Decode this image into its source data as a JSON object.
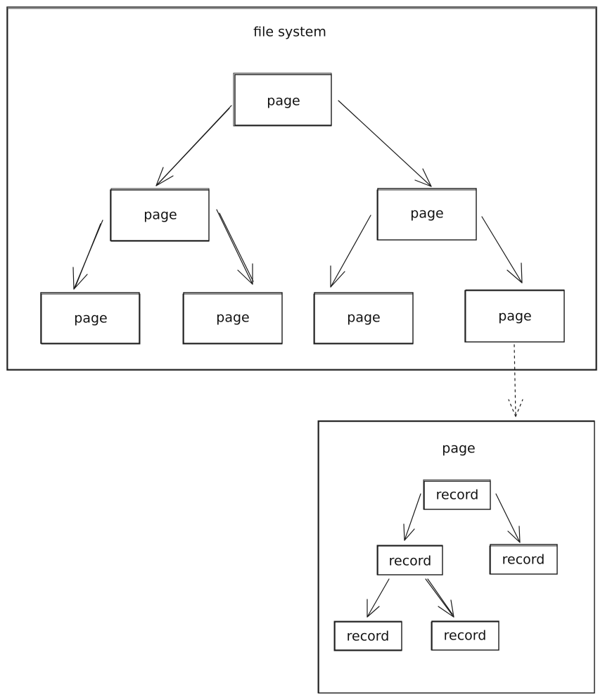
{
  "file_system": {
    "title": "file system",
    "pages": {
      "root": "page",
      "left": "page",
      "right": "page",
      "left_left": "page",
      "left_right": "page",
      "right_left": "page",
      "right_right": "page"
    }
  },
  "page_detail": {
    "title": "page",
    "records": {
      "root": "record",
      "left": "record",
      "right": "record",
      "left_left": "record",
      "left_right": "record"
    }
  }
}
